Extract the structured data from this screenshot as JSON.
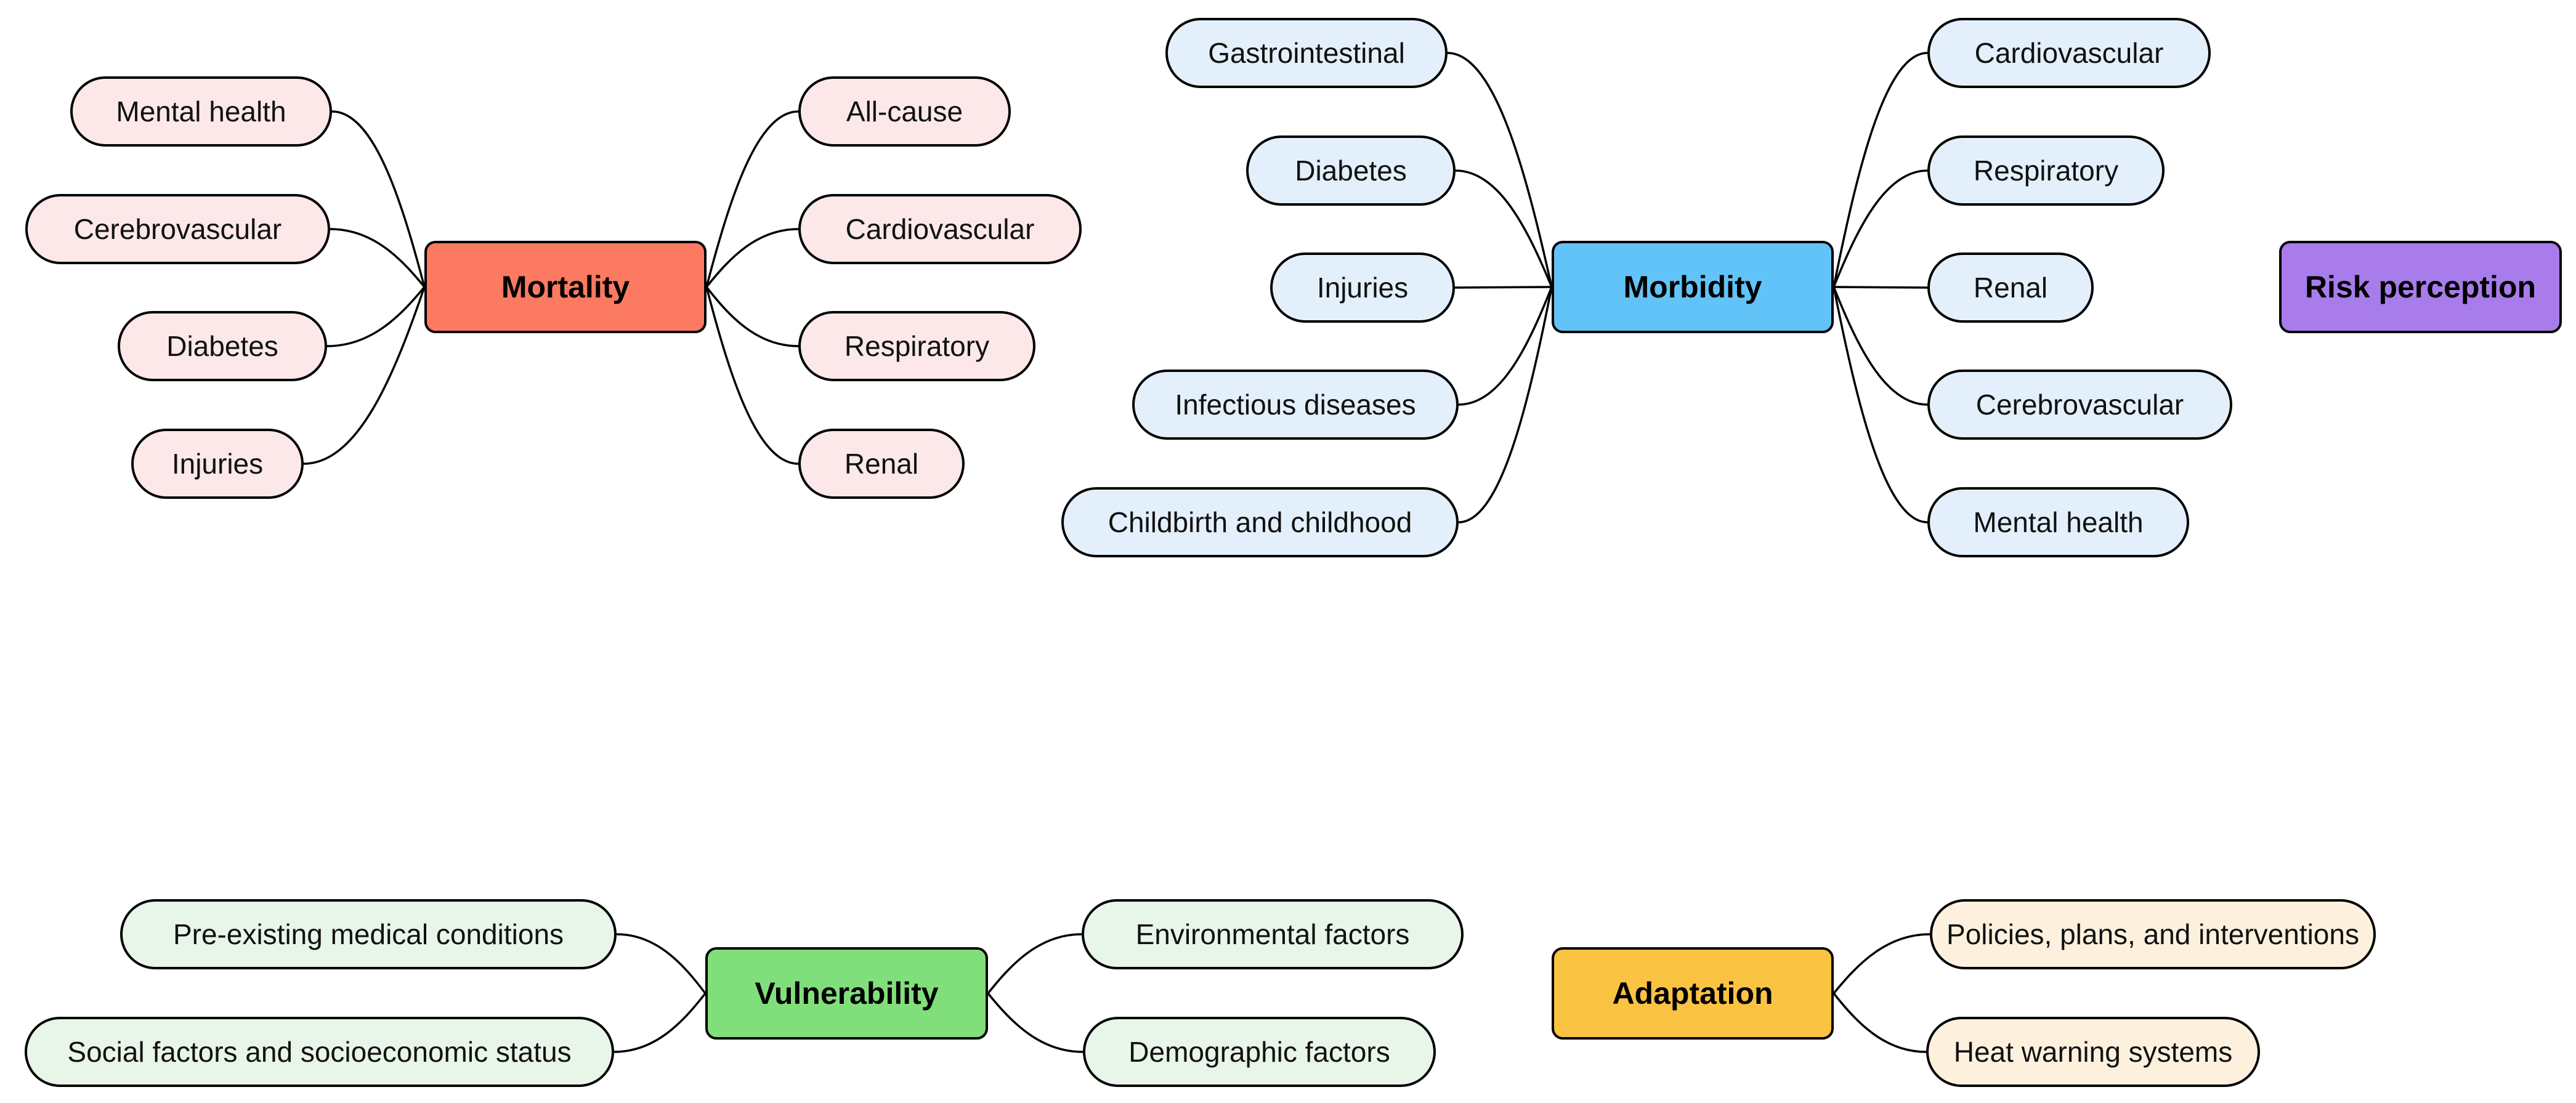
{
  "diagram": {
    "type": "mindmap",
    "background": "#ffffff",
    "edge_color": "#000000",
    "node_border_color": "#000000",
    "clusters": [
      {
        "name": "mortality",
        "root": {
          "label": "Mortality",
          "fill": "#fc7a62"
        },
        "leaf_fill": "#fce8e8",
        "left_children": [
          {
            "label": "Mental health"
          },
          {
            "label": "Cerebrovascular"
          },
          {
            "label": "Diabetes"
          },
          {
            "label": "Injuries"
          }
        ],
        "right_children": [
          {
            "label": "All-cause"
          },
          {
            "label": "Cardiovascular"
          },
          {
            "label": "Respiratory"
          },
          {
            "label": "Renal"
          }
        ]
      },
      {
        "name": "morbidity",
        "root": {
          "label": "Morbidity",
          "fill": "#62c3f8"
        },
        "leaf_fill": "#e3f0fb",
        "left_children": [
          {
            "label": "Gastrointestinal"
          },
          {
            "label": "Diabetes"
          },
          {
            "label": "Injuries"
          },
          {
            "label": "Infectious diseases"
          },
          {
            "label": "Childbirth and childhood"
          }
        ],
        "right_children": [
          {
            "label": "Cardiovascular"
          },
          {
            "label": "Respiratory"
          },
          {
            "label": "Renal"
          },
          {
            "label": "Cerebrovascular"
          },
          {
            "label": "Mental health"
          }
        ]
      },
      {
        "name": "risk-perception",
        "root": {
          "label": "Risk perception",
          "fill": "#a97cec"
        },
        "leaf_fill": null,
        "left_children": [],
        "right_children": []
      },
      {
        "name": "vulnerability",
        "root": {
          "label": "Vulnerability",
          "fill": "#81df7b"
        },
        "leaf_fill": "#e8f5e9",
        "left_children": [
          {
            "label": "Pre-existing medical conditions"
          },
          {
            "label": "Social factors and socioeconomic status"
          }
        ],
        "right_children": [
          {
            "label": "Environmental factors"
          },
          {
            "label": "Demographic factors"
          }
        ]
      },
      {
        "name": "adaptation",
        "root": {
          "label": "Adaptation",
          "fill": "#fbc342"
        },
        "leaf_fill": "#fdf1de",
        "left_children": [],
        "right_children": [
          {
            "label": "Policies, plans, and interventions"
          },
          {
            "label": "Heat warning systems"
          }
        ]
      }
    ]
  }
}
